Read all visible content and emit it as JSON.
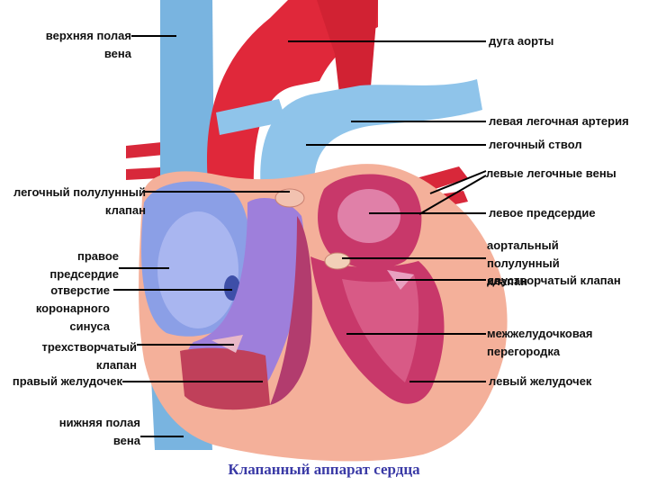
{
  "labels": {
    "superior_vena_cava": "верхняя полая вена",
    "pulmonary_valve": "легочный полулунный клапан",
    "right_atrium": "правое предсердие",
    "coronary_sinus_opening": "отверстие коронарного синуса",
    "tricuspid_valve": "трехстворчатый клапан",
    "right_ventricle": "правый желудочек",
    "inferior_vena_cava": "нижняя полая вена",
    "aortic_arch": "дуга аорты",
    "left_pulmonary_artery": "левая легочная артерия",
    "pulmonary_trunk": "легочный ствол",
    "left_pulmonary_veins": "левые легочные вены",
    "left_atrium": "левое предсердие",
    "aortic_valve": "аортальный полулунный клапан",
    "bicuspid_valve": "двустворчатый клапан",
    "interventricular_septum": "межжелудочковая перегородка",
    "left_ventricle": "левый желудочек"
  },
  "caption": "Клапанный аппарат сердца",
  "colors": {
    "vein_blue": "#79b4e0",
    "artery_red": "#e0283a",
    "myocardium": "#f4b09a",
    "left_chamber": "#c8386a",
    "right_chamber": "#9aa6ea",
    "caption": "#3a3aa6"
  }
}
